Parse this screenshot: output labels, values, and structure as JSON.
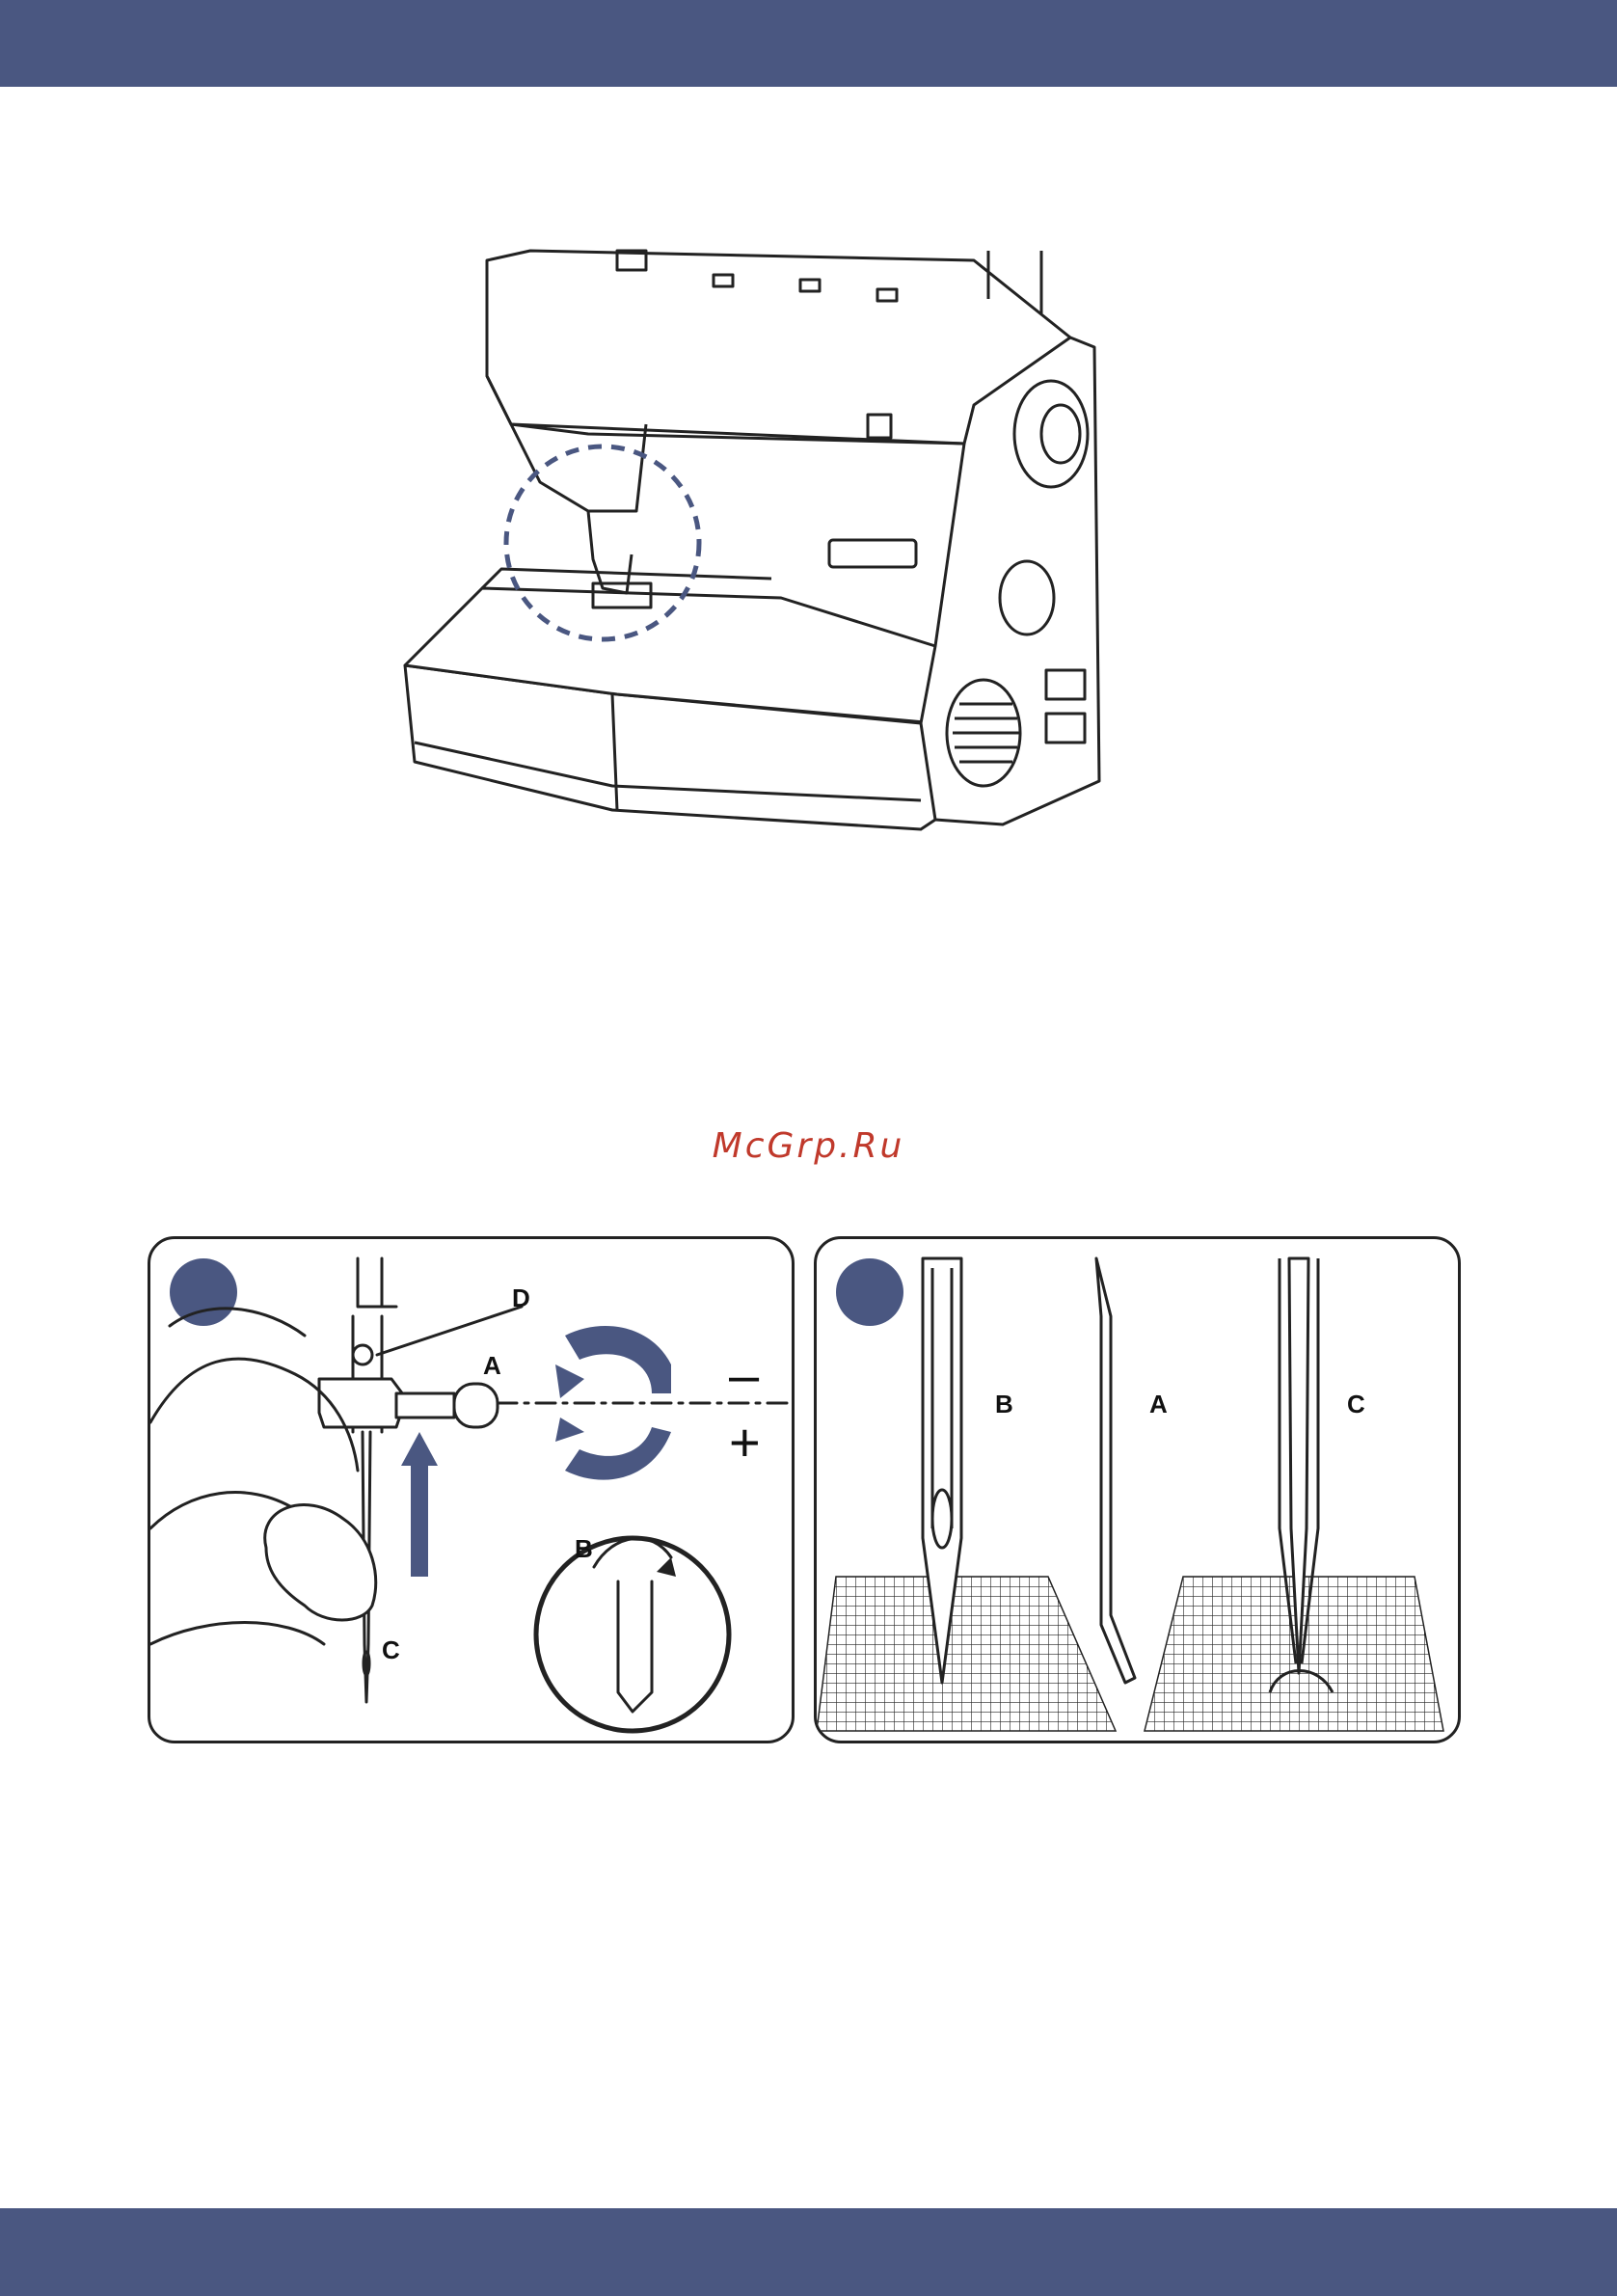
{
  "colors": {
    "band": "#4a5781",
    "accent": "#4a5781",
    "watermark": "#c0392b",
    "line": "#222222"
  },
  "watermark": "McGrp.Ru",
  "figure1": {
    "labels": {
      "a": "A",
      "b": "B",
      "c": "C",
      "d": "D"
    },
    "signs": {
      "minus": "–",
      "plus": "+"
    }
  },
  "figure2": {
    "labels": {
      "b": "B",
      "a": "A",
      "c": "C"
    }
  }
}
